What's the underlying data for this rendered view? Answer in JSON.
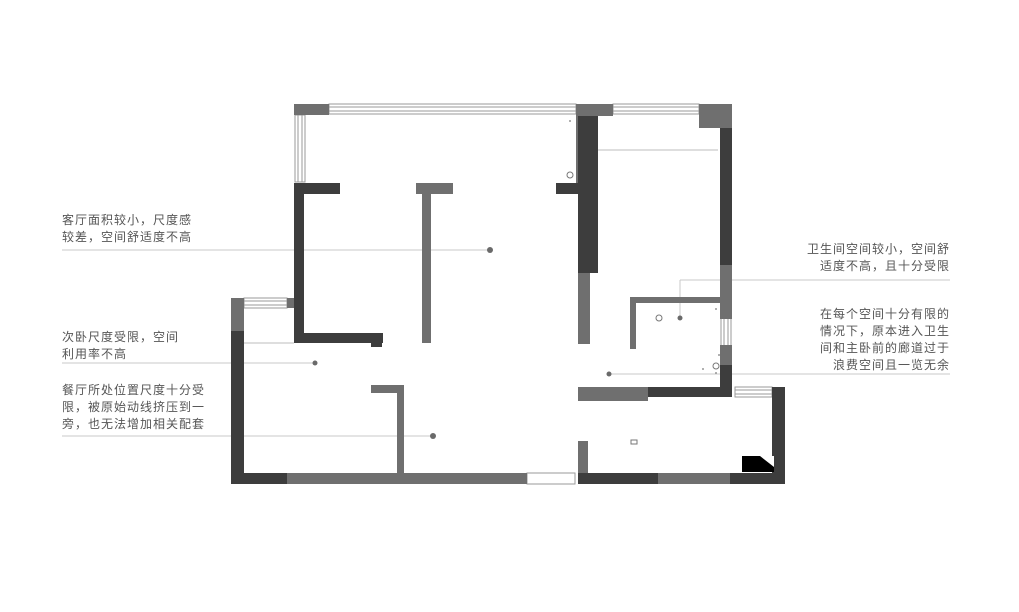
{
  "annotations": {
    "living_room": {
      "lines": [
        "客厅面积较小，尺度感",
        "较差，空间舒适度不高"
      ]
    },
    "second_bedroom": {
      "lines": [
        "次卧尺度受限，空间",
        "利用率不高"
      ]
    },
    "dining": {
      "lines": [
        "餐厅所处位置尺度十分受",
        "限，被原始动线挤压到一",
        "旁，也无法增加相关配套"
      ]
    },
    "bathroom": {
      "lines": [
        "卫生间空间较小，空间舒",
        "适度不高，且十分受限"
      ]
    },
    "corridor": {
      "lines": [
        "在每个空间十分有限的",
        "情况下，原本进入卫生",
        "间和主卧前的廊道过于",
        "浪费空间且一览无余"
      ]
    }
  },
  "colors": {
    "wall_dark": "#3d3d3d",
    "wall_mid": "#6f6f6f",
    "leader_line": "#c8c8c8",
    "dot": "#6a6a6a",
    "text": "#555555"
  }
}
